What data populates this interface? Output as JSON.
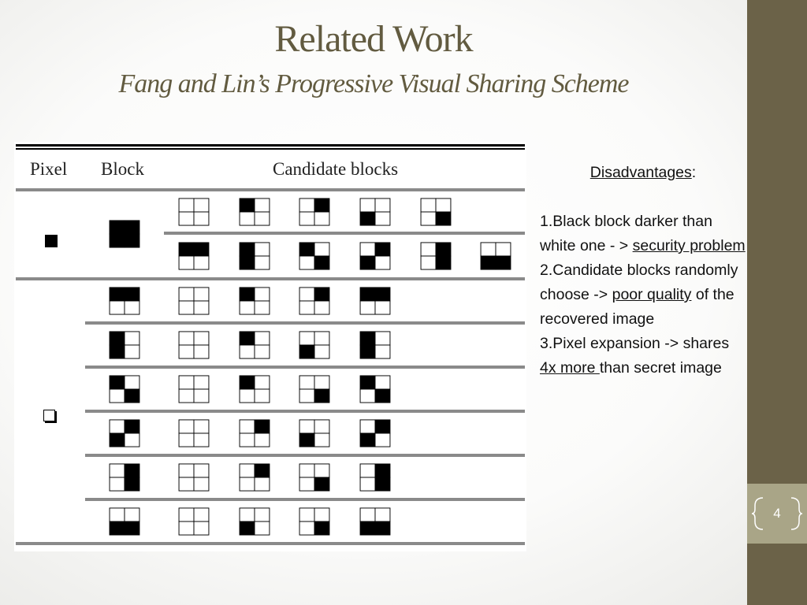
{
  "slide": {
    "title": "Related Work",
    "subtitle": "Fang and Lin’s Progressive Visual Sharing Scheme",
    "page_number": "4"
  },
  "table": {
    "headers": {
      "pixel": "Pixel",
      "block": "Block",
      "candidates": "Candidate blocks"
    },
    "groups": [
      {
        "pixel": "black",
        "block": [
          1,
          1,
          1,
          1
        ],
        "rows": [
          {
            "candidates": [
              [
                0,
                0,
                0,
                0
              ],
              [
                1,
                0,
                0,
                0
              ],
              [
                0,
                1,
                0,
                0
              ],
              [
                0,
                0,
                1,
                0
              ],
              [
                0,
                0,
                0,
                1
              ]
            ]
          },
          {
            "candidates": [
              [
                1,
                1,
                0,
                0
              ],
              [
                1,
                0,
                1,
                0
              ],
              [
                1,
                0,
                0,
                1
              ],
              [
                0,
                1,
                1,
                0
              ],
              [
                0,
                1,
                0,
                1
              ],
              [
                0,
                0,
                1,
                1
              ]
            ]
          }
        ]
      },
      {
        "pixel": "white",
        "rows": [
          {
            "block": [
              1,
              1,
              0,
              0
            ],
            "candidates": [
              [
                0,
                0,
                0,
                0
              ],
              [
                1,
                0,
                0,
                0
              ],
              [
                0,
                1,
                0,
                0
              ],
              [
                1,
                1,
                0,
                0
              ]
            ]
          },
          {
            "block": [
              1,
              0,
              1,
              0
            ],
            "candidates": [
              [
                0,
                0,
                0,
                0
              ],
              [
                1,
                0,
                0,
                0
              ],
              [
                0,
                0,
                1,
                0
              ],
              [
                1,
                0,
                1,
                0
              ]
            ]
          },
          {
            "block": [
              1,
              0,
              0,
              1
            ],
            "candidates": [
              [
                0,
                0,
                0,
                0
              ],
              [
                1,
                0,
                0,
                0
              ],
              [
                0,
                0,
                0,
                1
              ],
              [
                1,
                0,
                0,
                1
              ]
            ]
          },
          {
            "block": [
              0,
              1,
              1,
              0
            ],
            "candidates": [
              [
                0,
                0,
                0,
                0
              ],
              [
                0,
                1,
                0,
                0
              ],
              [
                0,
                0,
                1,
                0
              ],
              [
                0,
                1,
                1,
                0
              ]
            ]
          },
          {
            "block": [
              0,
              1,
              0,
              1
            ],
            "candidates": [
              [
                0,
                0,
                0,
                0
              ],
              [
                0,
                1,
                0,
                0
              ],
              [
                0,
                0,
                0,
                1
              ],
              [
                0,
                1,
                0,
                1
              ]
            ]
          },
          {
            "block": [
              0,
              0,
              1,
              1
            ],
            "candidates": [
              [
                0,
                0,
                0,
                0
              ],
              [
                0,
                0,
                1,
                0
              ],
              [
                0,
                0,
                0,
                1
              ],
              [
                0,
                0,
                1,
                1
              ]
            ]
          }
        ]
      }
    ]
  },
  "disadvantages": {
    "heading": "Disadvantages",
    "heading_suffix": ":",
    "p1_a": "1.Black block darker than white one - > ",
    "p1_u": "security problem",
    "p2_a": "2.Candidate blocks randomly choose -> ",
    "p2_u": "poor quality",
    "p2_b": " of the recovered image",
    "p3_a": "3.Pixel expansion -> shares ",
    "p3_u": "4x more ",
    "p3_b": "than secret image"
  },
  "colors": {
    "sidebar": "#6b6248",
    "page_box": "#a9a587",
    "title": "#625b40"
  }
}
